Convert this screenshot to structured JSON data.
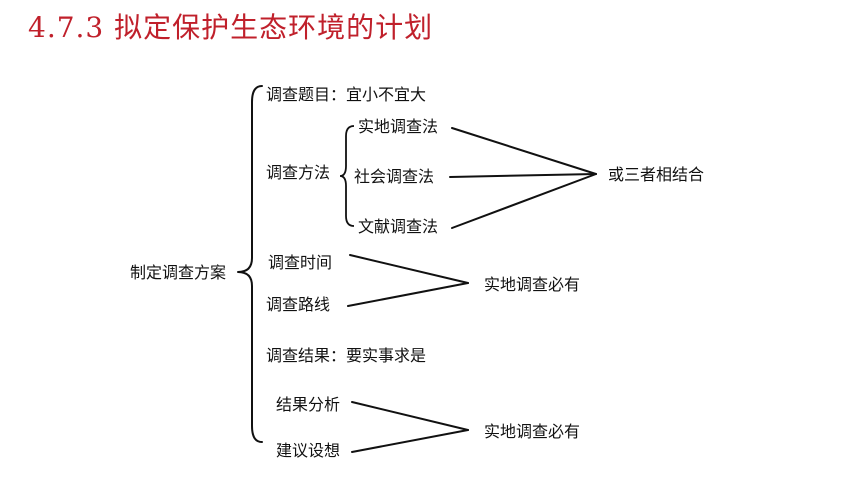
{
  "title": "4.7.3 拟定保护生态环境的计划",
  "root": "制定调查方案",
  "topic": "调查题目：宜小不宜大",
  "method": {
    "label": "调查方法",
    "items": [
      "实地调查法",
      "社会调查法",
      "文献调查法"
    ],
    "result": "或三者相结合"
  },
  "group1": {
    "items": [
      "调查时间",
      "调查路线"
    ],
    "result": "实地调查必有"
  },
  "result_item": "调查结果：要实事求是",
  "group2": {
    "items": [
      "结果分析",
      "建议设想"
    ],
    "result": "实地调查必有"
  }
}
